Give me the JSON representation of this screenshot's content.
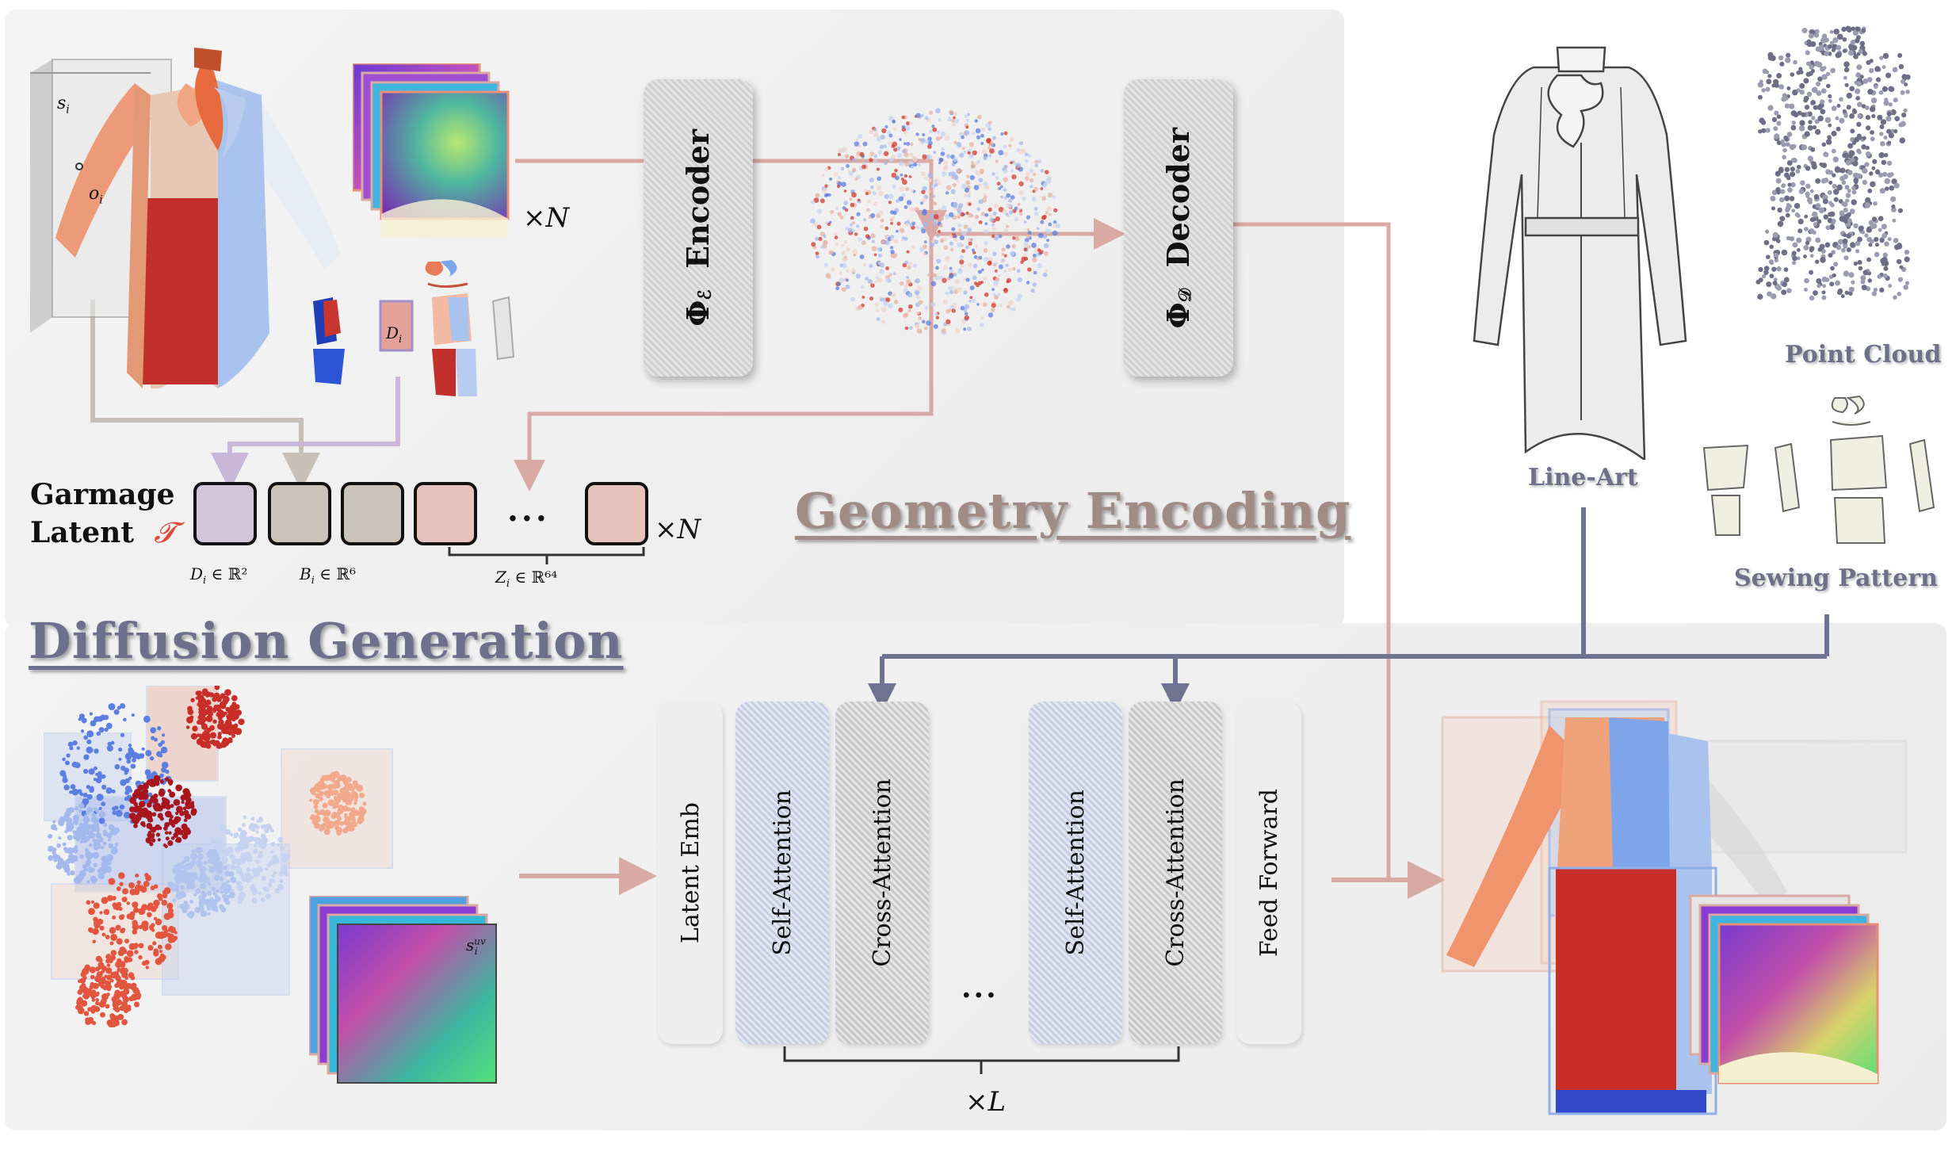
{
  "titles": {
    "geometry_encoding": "Geometry Encoding",
    "diffusion_generation": "Diffusion Generation"
  },
  "encoder": {
    "label": "Encoder",
    "symbol": "Φ",
    "sub": "ℰ"
  },
  "decoder": {
    "label": "Decoder",
    "symbol": "Φ",
    "sub": "𝒟"
  },
  "times_n": "×N",
  "times_l": "×L",
  "ellipsis": "...",
  "garmage_latent": {
    "line1": "Garmage",
    "line2": "Latent",
    "symbol": "𝓣"
  },
  "latent_labels": {
    "d": "D",
    "d_space": "∈ ℝ²",
    "b": "B",
    "b_space": "∈ ℝ⁶",
    "z": "Z",
    "z_space": "∈ ℝ⁶⁴",
    "index": "i"
  },
  "garment_labels": {
    "s": "s",
    "o": "o",
    "d": "D",
    "index": "i"
  },
  "uv_label": {
    "s": "s",
    "sup": "uv",
    "sub": "i"
  },
  "transformer_blocks": [
    "Latent Emb",
    "Self-Attention",
    "Cross-Attention",
    "Self-Attention",
    "Cross-Attention",
    "Feed Forward"
  ],
  "conditions": {
    "line_art": "Line-Art",
    "point_cloud": "Point Cloud",
    "sewing_pattern": "Sewing Pattern"
  },
  "colors": {
    "encode_arrow": "#d9a9a3",
    "purple_arrow": "#c9b6d9",
    "gray_arrow": "#c8bfb6",
    "condition_arrow": "#6f7290",
    "latent_d": "#cfc5dd",
    "latent_b": "#ccc4bb",
    "latent_z": "#e8c3bc"
  }
}
